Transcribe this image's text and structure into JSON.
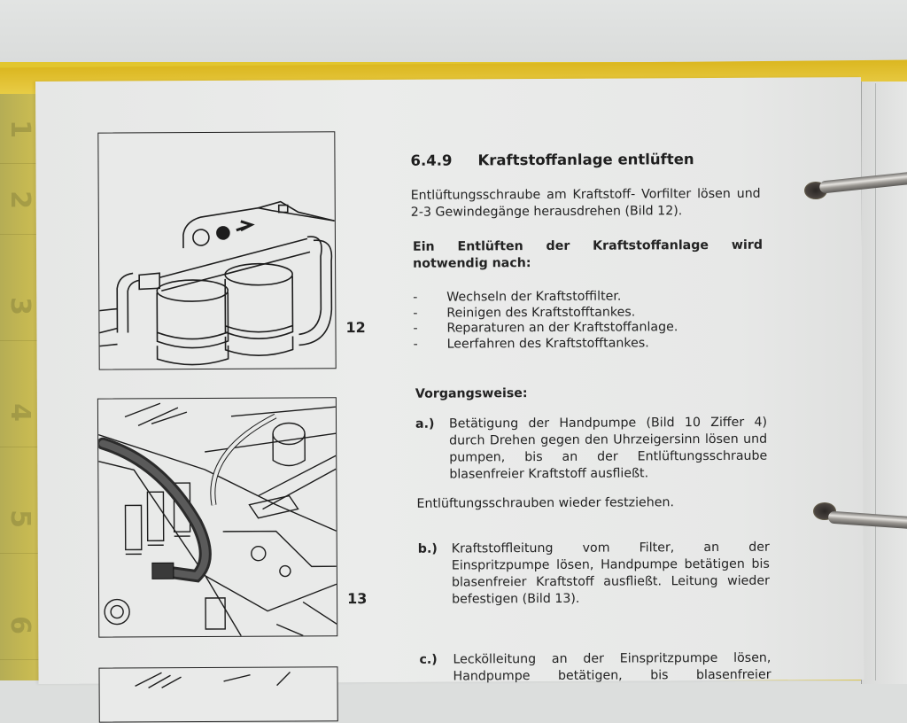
{
  "binder": {
    "tabs": [
      "1",
      "2",
      "3",
      "4",
      "5",
      "6"
    ],
    "colors": {
      "binder": "#e2c62e",
      "tab_column": "#c6b952",
      "paper": "#eaebea",
      "ink": "#232323"
    }
  },
  "figures": [
    {
      "number": "12",
      "subject": "fuel-prefilter-bleed-screw",
      "description": "Twin fuel filters with bleed screw marked by arrow"
    },
    {
      "number": "13",
      "subject": "injection-pump-fuel-line",
      "description": "Injection pump with fuel line from filter"
    },
    {
      "number": "",
      "subject": "partial-figure",
      "description": "Top edge of next figure (cropped)"
    }
  ],
  "section": {
    "number": "6.4.9",
    "title": "Kraftstoffanlage entlüften",
    "intro": "Entlüftungsschraube am Kraftstoff- Vorfilter lösen und 2-3 Gewindegänge herausdrehen (Bild 12).",
    "necessity_heading": "Ein Entlüften der Kraftstoffanlage wird notwendig nach:",
    "necessity_items": [
      "Wechseln der Kraftstoffilter.",
      "Reinigen des Kraftstofftankes.",
      "Reparaturen an der Kraftstoffanlage.",
      "Leerfahren des Kraftstofftankes."
    ],
    "bullet": "-",
    "procedure_heading": "Vorgangsweise:",
    "steps": [
      {
        "label": "a.)",
        "text": "Betätigung der Handpumpe (Bild 10 Ziffer 4) durch Drehen gegen den Uhrzeigersinn lösen und pumpen, bis an der Entlüftungsschraube blasenfreier Kraftstoff ausfließt."
      },
      {
        "label": "b.)",
        "text": "Kraftstoffleitung vom Filter, an der Einspritzpumpe lösen, Handpumpe betätigen bis blasenfreier Kraftstoff ausfließt. Leitung wieder befestigen (Bild 13)."
      },
      {
        "label": "c.)",
        "text": "Leckölleitung an der Einspritzpumpe lösen, Handpumpe betätigen, bis blasenfreier"
      }
    ],
    "after_step_a": "Entlüftungsschrauben wieder festziehen."
  }
}
